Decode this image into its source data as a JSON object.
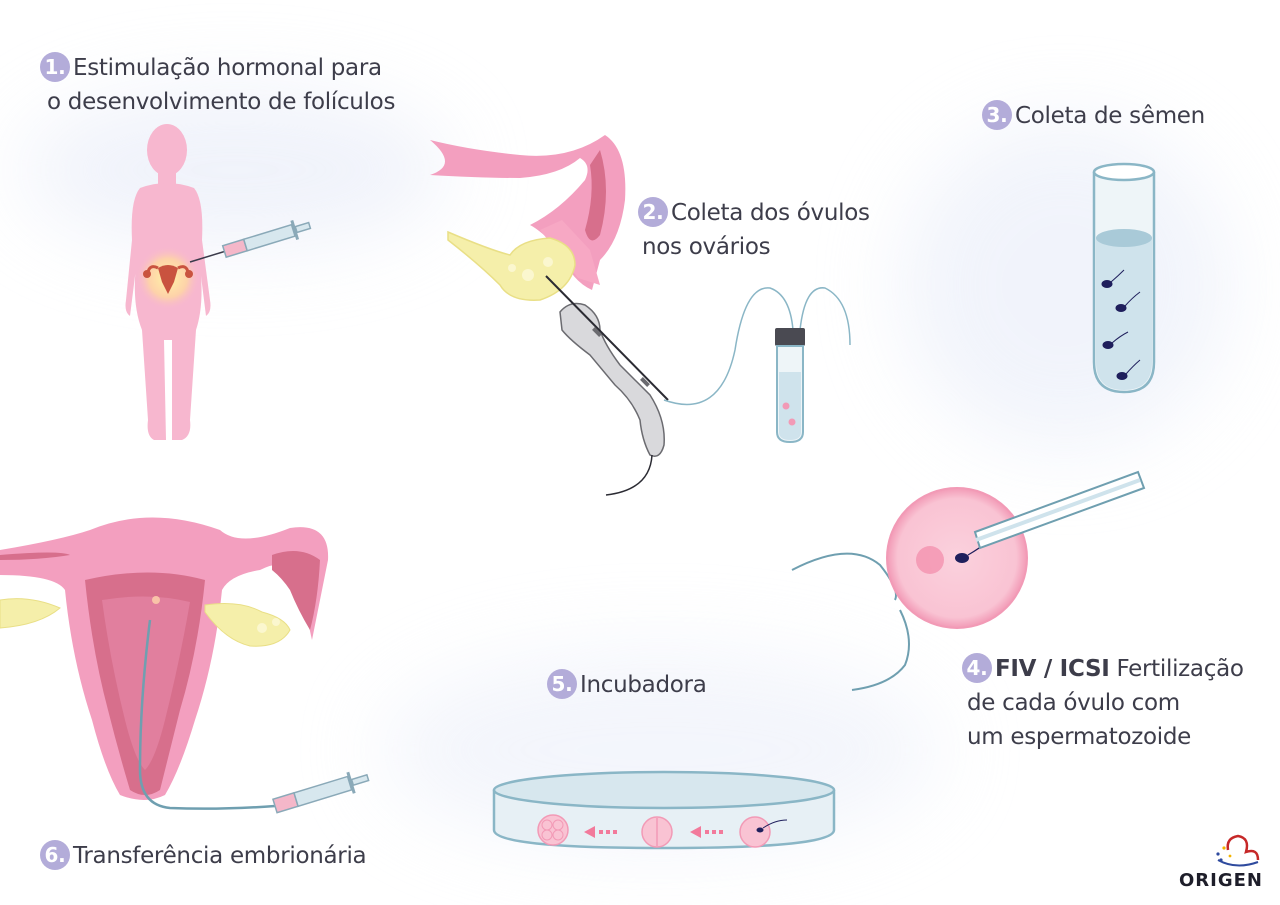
{
  "steps": [
    {
      "number": "1.",
      "text_line1": "Estimulação hormonal para",
      "text_line2": "o desenvolvimento de folículos"
    },
    {
      "number": "2.",
      "text_line1": "Coleta dos óvulos",
      "text_line2": "nos ovários"
    },
    {
      "number": "3.",
      "text_line1": "Coleta de sêmen"
    },
    {
      "number": "4.",
      "text_bold": "FIV / ICSI",
      "text_line1": " Fertilização",
      "text_line2": "de cada óvulo com",
      "text_line3": "um espermatozoide"
    },
    {
      "number": "5.",
      "text_line1": "Incubadora"
    },
    {
      "number": "6.",
      "text_line1": "Transferência embrionária"
    }
  ],
  "logo": {
    "text": "ORIGEN"
  },
  "colors": {
    "badge": "#b3acd9",
    "body_pink": "#f7b7cf",
    "uterus_pink": "#f39fbf",
    "uterus_dark": "#d76f8c",
    "ovary_yellow": "#f5efaa",
    "fluid_blue": "#a9cad8",
    "tube_line": "#6f9fb0",
    "sperm": "#1f1f5c",
    "text": "#3d3d4a"
  }
}
